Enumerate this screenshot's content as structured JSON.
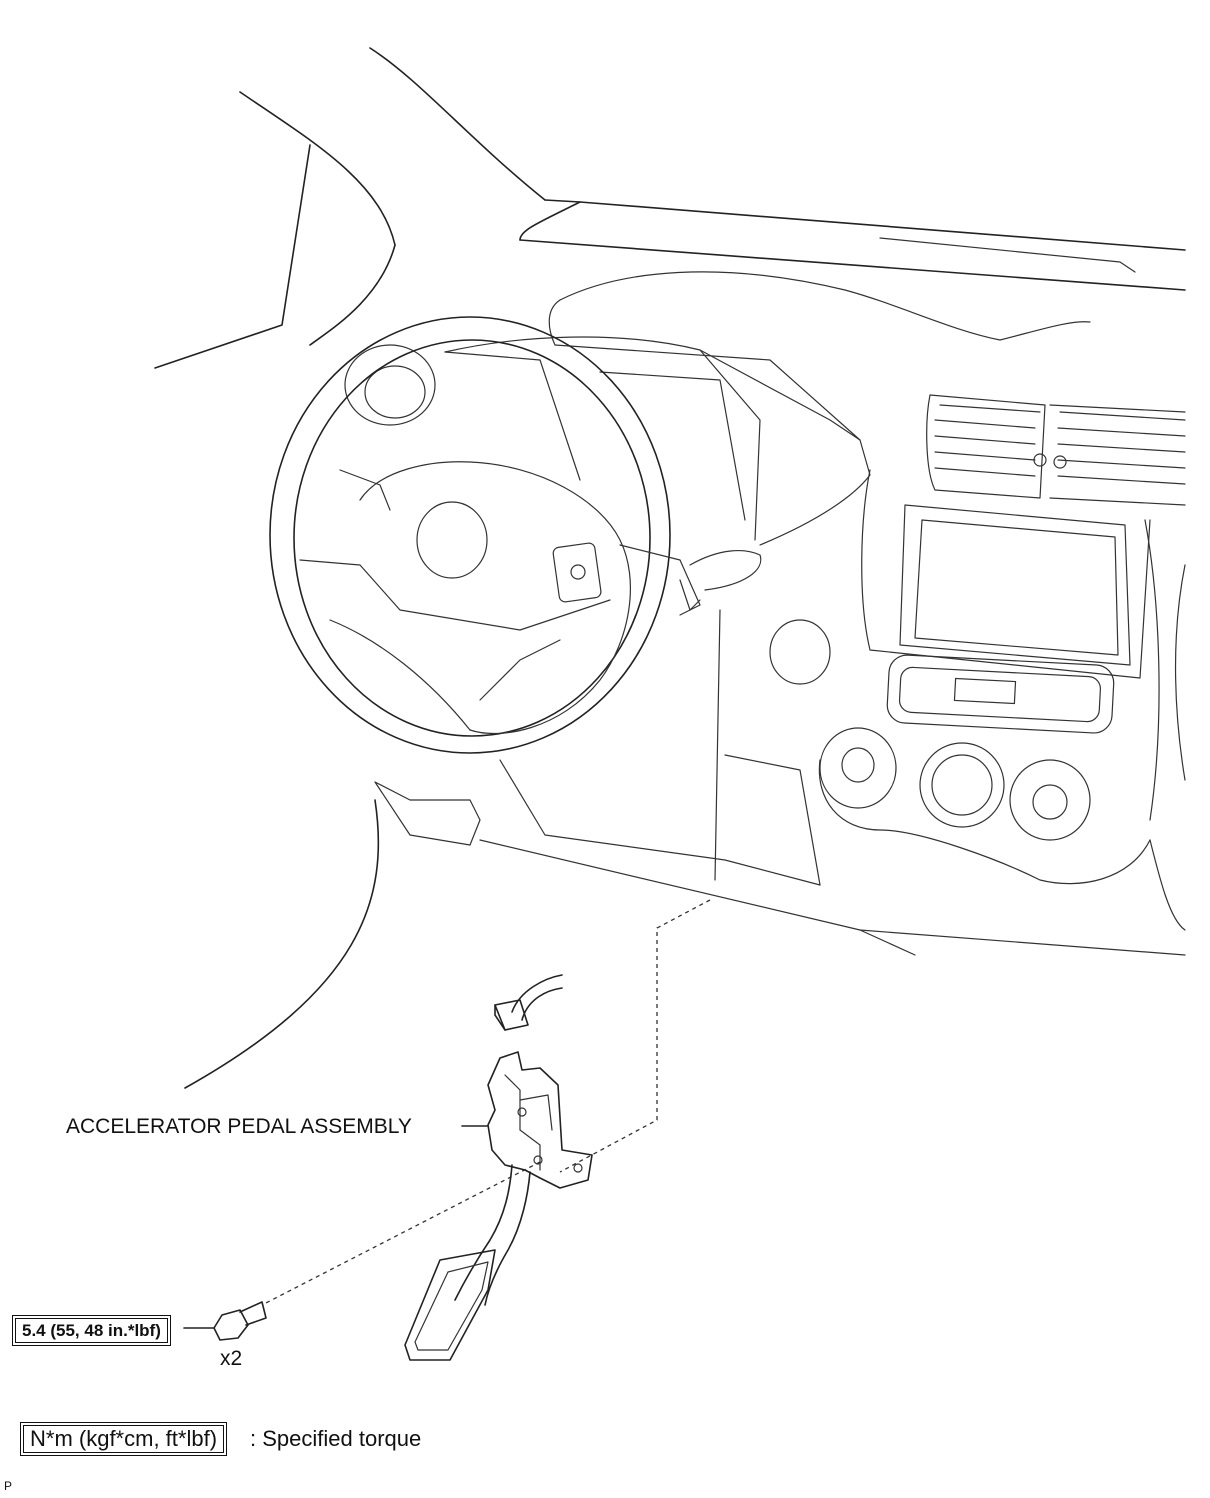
{
  "labels": {
    "pedal_assembly": "ACCELERATOR PEDAL ASSEMBLY",
    "torque_value": "5.4 (55, 48 in.*lbf)",
    "bolt_quantity": "x2",
    "legend_units": "N*m (kgf*cm, ft*lbf)",
    "legend_text": ": Specified torque",
    "corner_mark": "P"
  }
}
